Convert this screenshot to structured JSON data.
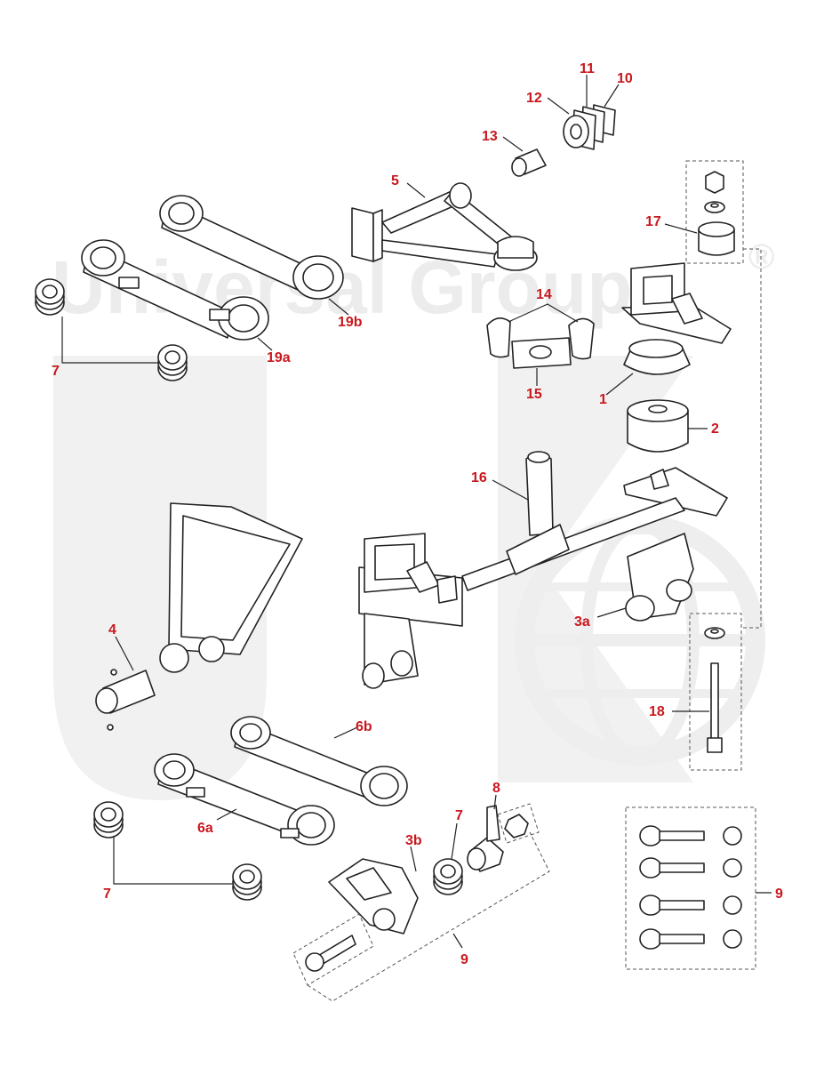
{
  "watermark": {
    "text": "Universal Group",
    "registered": "®",
    "colors": {
      "watermark": "#ececec"
    }
  },
  "colors": {
    "label": "#c8181e",
    "line": "#222222",
    "background": "#ffffff"
  },
  "labels": {
    "p1": "1",
    "p2": "2",
    "p3a": "3a",
    "p3b": "3b",
    "p4": "4",
    "p5": "5",
    "p6a": "6a",
    "p6b": "6b",
    "p7_top": "7",
    "p7_mid": "7",
    "p7_bottom": "7",
    "p8": "8",
    "p9_bottom": "9",
    "p9_right": "9",
    "p10": "10",
    "p11": "11",
    "p12": "12",
    "p13": "13",
    "p14": "14",
    "p15": "15",
    "p16": "16",
    "p17": "17",
    "p18": "18",
    "p19a": "19a",
    "p19b": "19b"
  }
}
